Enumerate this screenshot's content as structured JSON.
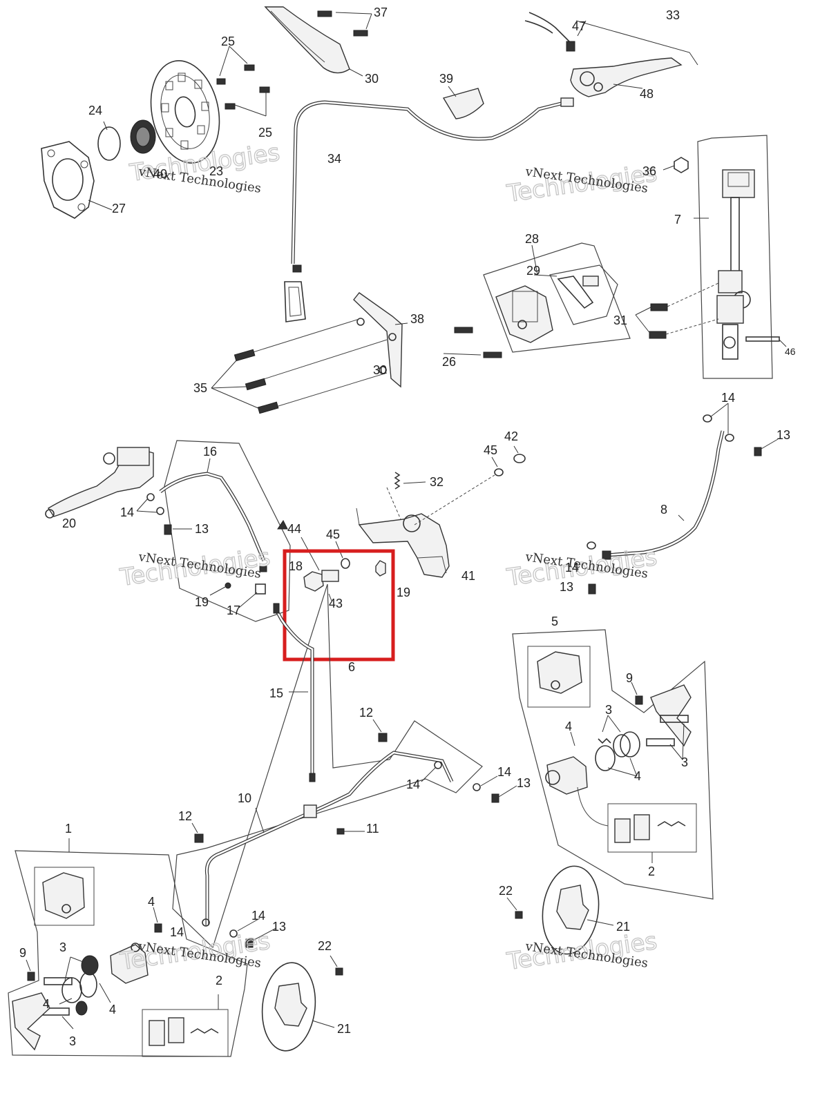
{
  "diagram": {
    "watermark": {
      "line1": "vNext Technologies",
      "line2": "Technologies",
      "faint": "vNext"
    },
    "highlight_color": "#d71e1e",
    "callouts": [
      {
        "id": "c37",
        "text": "37"
      },
      {
        "id": "c33",
        "text": "33"
      },
      {
        "id": "c47",
        "text": "47"
      },
      {
        "id": "c25a",
        "text": "25"
      },
      {
        "id": "c30",
        "text": "30"
      },
      {
        "id": "c39",
        "text": "39"
      },
      {
        "id": "c48",
        "text": "48"
      },
      {
        "id": "c24",
        "text": "24"
      },
      {
        "id": "c25b",
        "text": "25"
      },
      {
        "id": "c34",
        "text": "34"
      },
      {
        "id": "c40",
        "text": "40"
      },
      {
        "id": "c23",
        "text": "23"
      },
      {
        "id": "c36",
        "text": "36"
      },
      {
        "id": "c27",
        "text": "27"
      },
      {
        "id": "c7",
        "text": "7"
      },
      {
        "id": "c28",
        "text": "28"
      },
      {
        "id": "c29",
        "text": "29"
      },
      {
        "id": "c38",
        "text": "38"
      },
      {
        "id": "c31",
        "text": "31"
      },
      {
        "id": "c46",
        "text": "46"
      },
      {
        "id": "c26",
        "text": "26"
      },
      {
        "id": "c30b",
        "text": "30"
      },
      {
        "id": "c35",
        "text": "35"
      },
      {
        "id": "c14a",
        "text": "14"
      },
      {
        "id": "c13a",
        "text": "13"
      },
      {
        "id": "c16",
        "text": "16"
      },
      {
        "id": "c42",
        "text": "42"
      },
      {
        "id": "c45a",
        "text": "45"
      },
      {
        "id": "c32",
        "text": "32"
      },
      {
        "id": "c20",
        "text": "20"
      },
      {
        "id": "c14b",
        "text": "14"
      },
      {
        "id": "c8",
        "text": "8"
      },
      {
        "id": "c13b",
        "text": "13"
      },
      {
        "id": "c44",
        "text": "44"
      },
      {
        "id": "c45b",
        "text": "45"
      },
      {
        "id": "c18",
        "text": "18"
      },
      {
        "id": "c41",
        "text": "41"
      },
      {
        "id": "c14c",
        "text": "14"
      },
      {
        "id": "c13c",
        "text": "13"
      },
      {
        "id": "c43",
        "text": "43"
      },
      {
        "id": "c19a",
        "text": "19"
      },
      {
        "id": "c19b",
        "text": "19"
      },
      {
        "id": "c17",
        "text": "17"
      },
      {
        "id": "c5",
        "text": "5"
      },
      {
        "id": "c6",
        "text": "6"
      },
      {
        "id": "c15",
        "text": "15"
      },
      {
        "id": "c9a",
        "text": "9"
      },
      {
        "id": "c12a",
        "text": "12"
      },
      {
        "id": "c3a",
        "text": "3"
      },
      {
        "id": "c4a",
        "text": "4"
      },
      {
        "id": "c3b",
        "text": "3"
      },
      {
        "id": "c4b",
        "text": "4"
      },
      {
        "id": "c14d",
        "text": "14"
      },
      {
        "id": "c13d",
        "text": "13"
      },
      {
        "id": "c14e",
        "text": "14"
      },
      {
        "id": "c10",
        "text": "10"
      },
      {
        "id": "c11",
        "text": "11"
      },
      {
        "id": "c12b",
        "text": "12"
      },
      {
        "id": "c1",
        "text": "1"
      },
      {
        "id": "c2a",
        "text": "2"
      },
      {
        "id": "c22a",
        "text": "22"
      },
      {
        "id": "c21a",
        "text": "21"
      },
      {
        "id": "c4c",
        "text": "4"
      },
      {
        "id": "c14f",
        "text": "14"
      },
      {
        "id": "c13e",
        "text": "13"
      },
      {
        "id": "c14g",
        "text": "14"
      },
      {
        "id": "c9b",
        "text": "9"
      },
      {
        "id": "c3c",
        "text": "3"
      },
      {
        "id": "c22b",
        "text": "22"
      },
      {
        "id": "c4d",
        "text": "4"
      },
      {
        "id": "c4e",
        "text": "4"
      },
      {
        "id": "c2b",
        "text": "2"
      },
      {
        "id": "c3d",
        "text": "3"
      },
      {
        "id": "c21b",
        "text": "21"
      }
    ]
  }
}
